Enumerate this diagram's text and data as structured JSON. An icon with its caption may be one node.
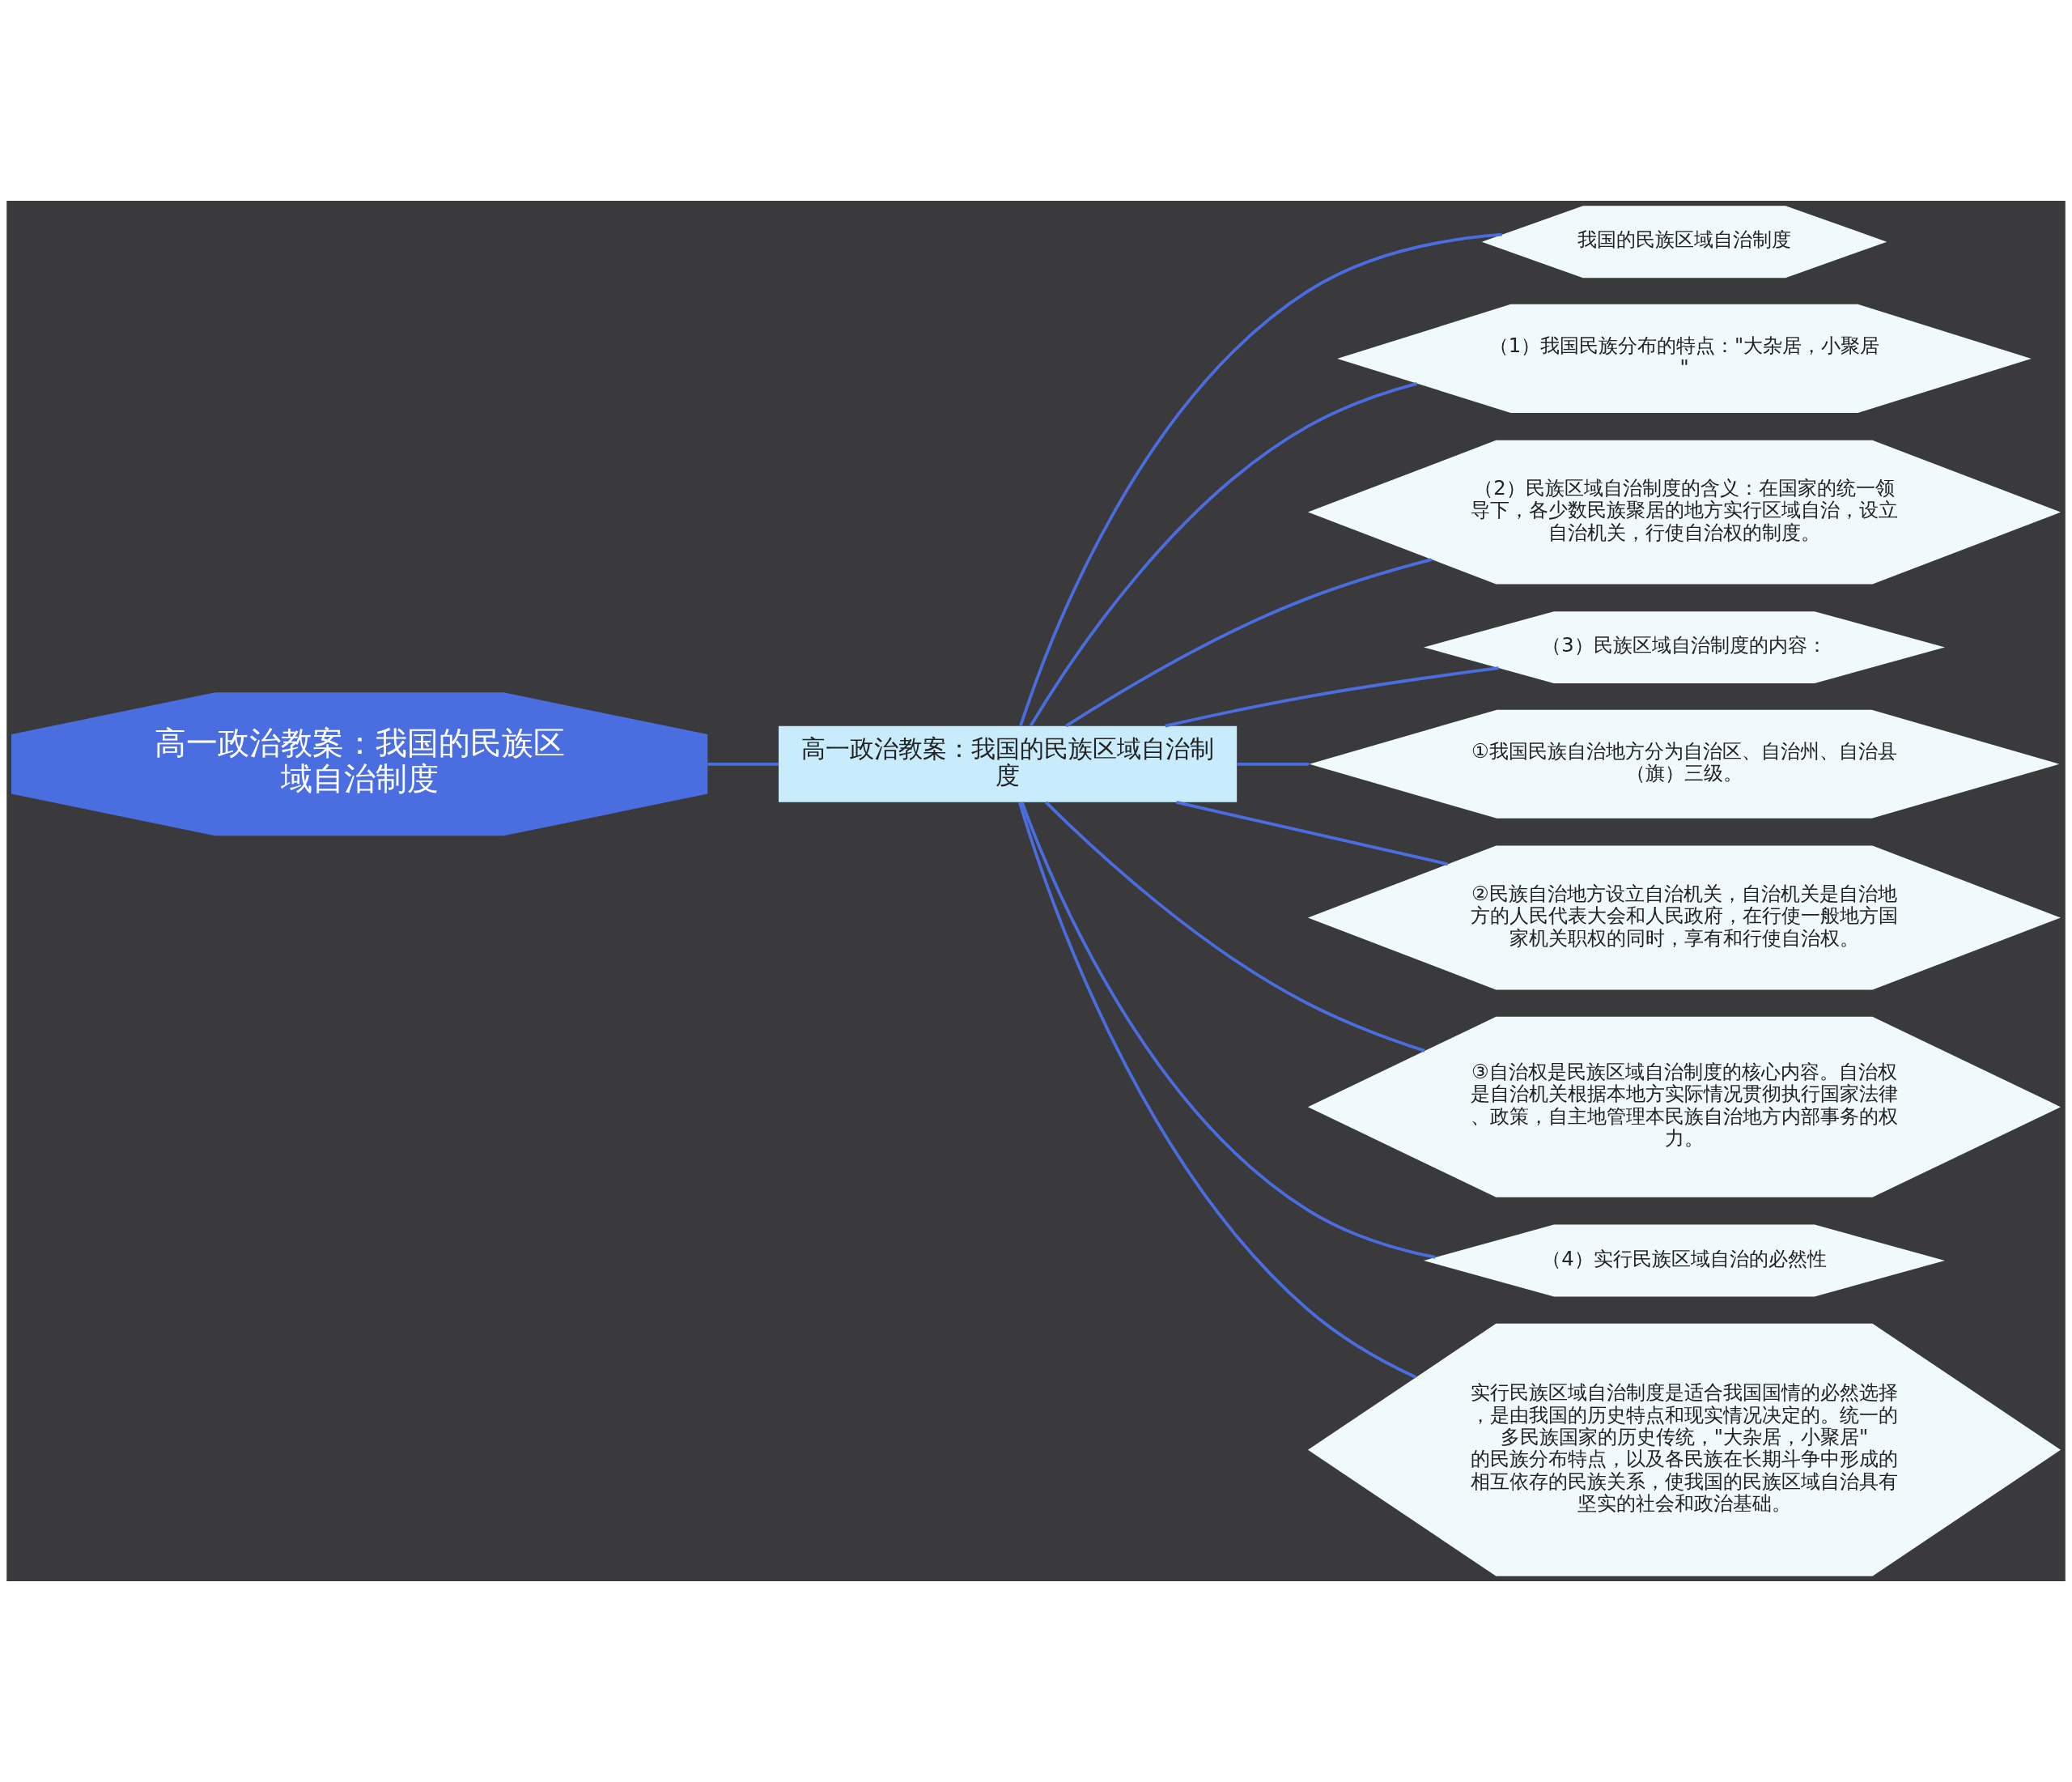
{
  "diagram": {
    "nodes": [
      {
        "text": [
          "高一政治教案：我国的民族区域自治制度"
        ]
      },
      {
        "text": [
          "高一政治教案：我国的民族区域自治制度"
        ]
      },
      {
        "text": [
          "我国的民族区域自治制度"
        ]
      },
      {
        "text": [
          "（1）我国民族分布的特点：\"大杂居，小聚居\""
        ]
      },
      {
        "text": [
          "（2）民族区域自治制度的含义：在国家的统一领导下，各少数民族聚居的地方实行区域自治，设立自治机关，行使自治权的制度。"
        ]
      },
      {
        "text": [
          "（3）民族区域自治制度的内容："
        ]
      },
      {
        "text": [
          "①我国民族自治地方分为自治区、自治州、自治县（旗）三级。"
        ]
      },
      {
        "text": [
          "②民族自治地方设立自治机关，自治机关是自治地方的人民代表大会和人民政府，在行使一般地方国家机关职权的同时，享有和行使自治权。"
        ]
      },
      {
        "text": [
          "③自治权是民族区域自治制度的核心内容。自治权是自治机关根据本地方实际情况贯彻执行国家法律、政策，自主地管理本民族自治地方内部事务的权力。"
        ]
      },
      {
        "text": [
          "（4）实行民族区域自治的必然性"
        ]
      },
      {
        "text": [
          "实行民族区域自治制度是适合我国国情的必然选择，是由我国的历史特点和现实情况决定的。统一的多民族国家的历史传统，\"大杂居，小聚居\"的民族分布特点，以及各民族在长期斗争中形成的相互依存的民族关系，使我国的民族区域自治具有坚实的社会和政治基础。"
        ]
      }
    ],
    "edges": [
      {
        "from": 0,
        "to": 1,
        "arrow": "none"
      },
      {
        "from": 1,
        "to": 2,
        "arrow": "none"
      },
      {
        "from": 1,
        "to": 3,
        "arrow": "none"
      },
      {
        "from": 1,
        "to": 4,
        "arrow": "none"
      },
      {
        "from": 1,
        "to": 5,
        "arrow": "none"
      },
      {
        "from": 1,
        "to": 6,
        "arrow": "none"
      },
      {
        "from": 1,
        "to": 7,
        "arrow": "none"
      },
      {
        "from": 1,
        "to": 8,
        "arrow": "none"
      },
      {
        "from": 1,
        "to": 9,
        "arrow": "none"
      },
      {
        "from": 1,
        "to": 10,
        "arrow": "none"
      }
    ]
  }
}
